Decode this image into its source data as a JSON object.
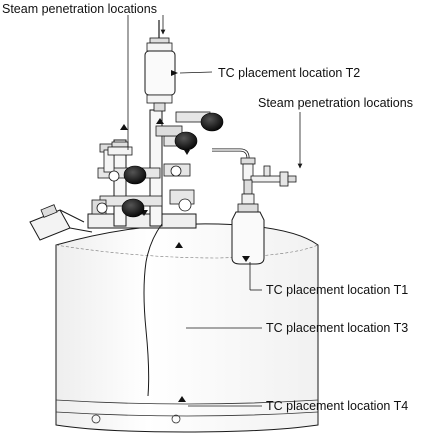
{
  "labels": {
    "steam_top": "Steam penetration locations",
    "tc_t2": "TC placement location T2",
    "steam_right": "Steam penetration locations",
    "tc_t1": "TC placement location T1",
    "tc_t3": "TC placement location T3",
    "tc_t4": "TC placement location T4"
  },
  "colors": {
    "line": "#1a1a1a",
    "fill_dark": "#111111",
    "fill_gray": "#9a9a9a",
    "fill_light": "#d9d9d9",
    "background": "#ffffff"
  }
}
